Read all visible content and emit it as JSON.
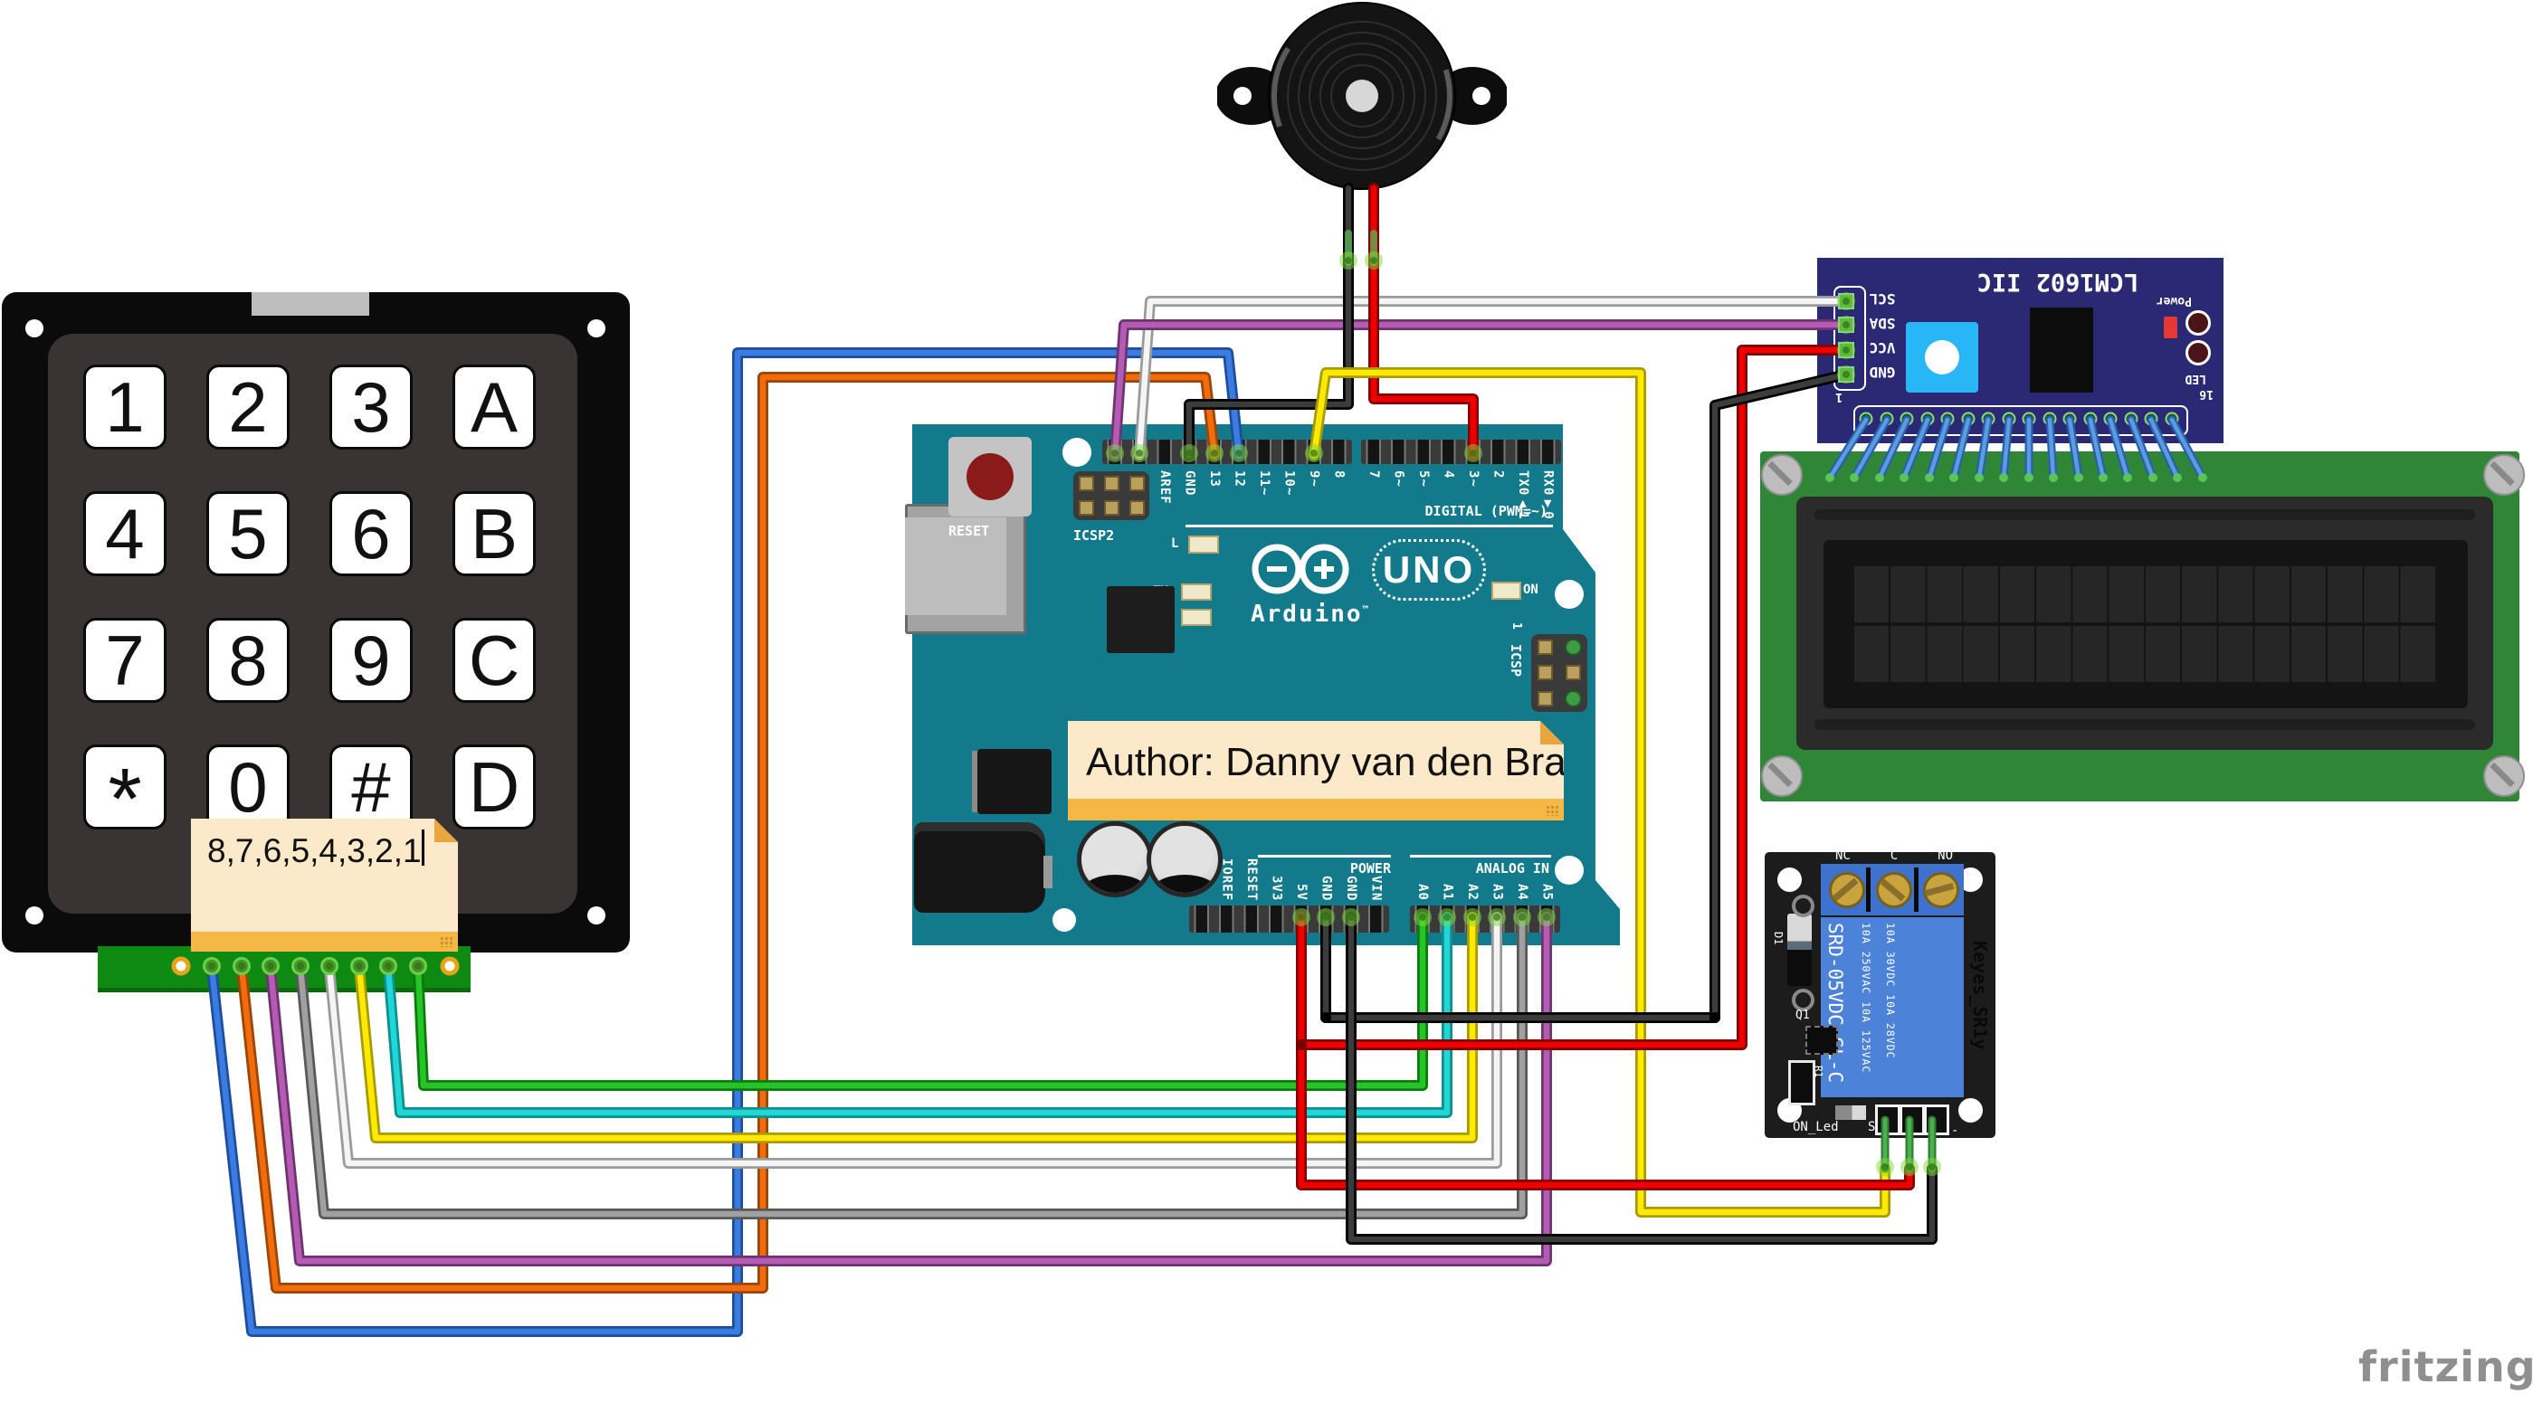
{
  "keypad": {
    "keys": [
      "1",
      "2",
      "3",
      "A",
      "4",
      "5",
      "6",
      "B",
      "7",
      "8",
      "9",
      "C",
      "*",
      "0",
      "#",
      "D"
    ]
  },
  "notes": {
    "author": "Author: Danny van den Brande",
    "sequence": "8,7,6,5,4,3,2,1"
  },
  "arduino": {
    "reset_label": "RESET",
    "icsp2_label": "ICSP2",
    "icsp_label": "ICSP",
    "icsp_pin1": "1",
    "digital_caption": "DIGITAL (PWM=~)",
    "digital_labels_left": [
      "",
      "",
      "AREF",
      "GND",
      "13",
      "12",
      "11~",
      "10~",
      "9~",
      "8"
    ],
    "digital_labels_right": [
      "7",
      "6~",
      "5~",
      "4",
      "3~",
      "2",
      "TX0▲1",
      "RX0▼0"
    ],
    "led_l": "L",
    "led_tx": "TX",
    "led_rx": "RX",
    "led_on": "ON",
    "logo_uno": "UNO",
    "logo_arduino": "Arduino",
    "logo_tm": "™",
    "power_caption": "POWER",
    "power_labels": [
      "",
      "IOREF",
      "RESET",
      "3V3",
      "5V",
      "GND",
      "GND",
      "VIN"
    ],
    "analog_caption": "ANALOG IN",
    "analog_labels": [
      "A0",
      "A1",
      "A2",
      "A3",
      "A4",
      "A5"
    ]
  },
  "lcm": {
    "title": "LCM1602 IIC",
    "power_label": "Power",
    "led_label": "LED",
    "pin_labels": [
      "SCL",
      "SDA",
      "VCC",
      "GND"
    ],
    "pin1": "1",
    "pin16": "16"
  },
  "relay": {
    "terminal_labels": [
      "NC",
      "C",
      "NO"
    ],
    "model": "SRD-05VDC-SL-C",
    "rating_line1": "10A 250VAC 10A 125VAC",
    "rating_line2": "10A 30VDC 10A 28VDC",
    "brand": "Keyes_SR1y",
    "d1": "D1",
    "q1": "Q1",
    "r1": "R1",
    "on_led": "ON_Led",
    "s_label": "S",
    "minus_label": "-"
  },
  "watermark": "fritzing",
  "palette": {
    "arduino_teal": "#137a8b",
    "keypad_black": "#0b0b0b",
    "pcb_green": "#2e8636",
    "strip_green": "#0e8a12",
    "lcm_navy": "#2b2973",
    "relay_blue": "#4d82d9",
    "note_fill": "#fce9c9",
    "note_strip": "#f6b845",
    "watermark_gray": "#8f8f8f"
  },
  "wire_colors": {
    "red": "#e00000",
    "black": "#3c3c3c",
    "yellow": "#ffe900",
    "green": "#27c427",
    "cyan": "#22d6d6",
    "blue": "#3c7ce0",
    "orange": "#f06c0c",
    "purple": "#b45cb4",
    "gray": "#a0a0a0",
    "white": "#f5f5f5",
    "lcd_jumper": "#5b9be0"
  }
}
